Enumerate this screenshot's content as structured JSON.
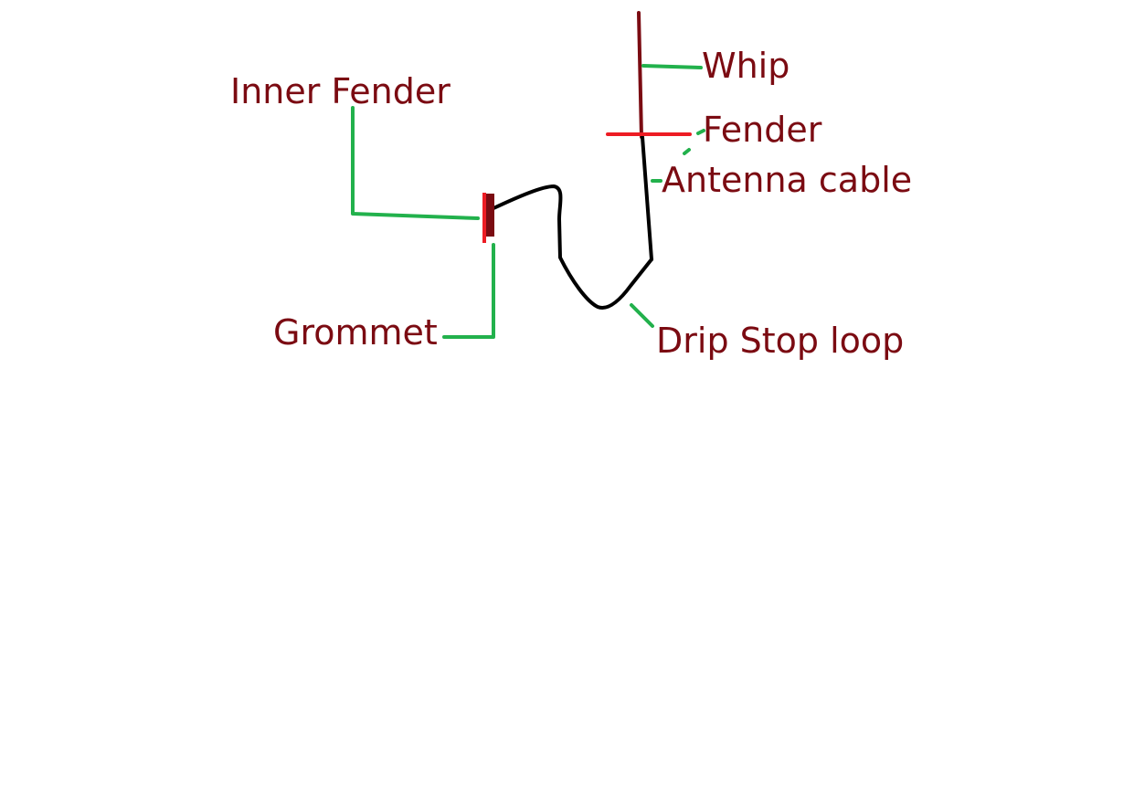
{
  "labels": {
    "inner_fender": "Inner Fender",
    "whip": "Whip",
    "fender": "Fender",
    "antenna_cable": "Antenna cable",
    "grommet": "Grommet",
    "drip_stop_loop": "Drip Stop loop"
  },
  "colors": {
    "label_text": "#7b0b12",
    "leader_lines": "#22b14c",
    "whip": "#7b0b12",
    "fender_line": "#ed1c24",
    "cable": "#000000",
    "grommet_dark": "#7b0b12",
    "grommet_light": "#ed1c24"
  }
}
